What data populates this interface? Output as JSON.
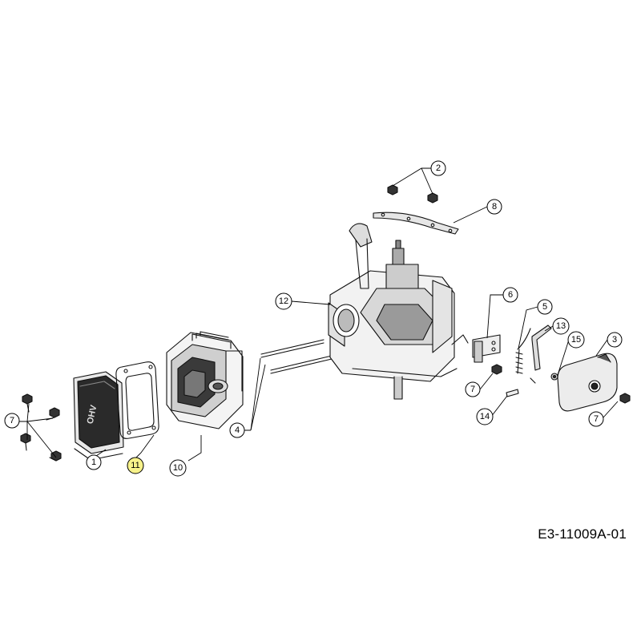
{
  "drawing_id": "E3-11009A-01",
  "valve_cover_logo": "OHV",
  "highlight_color": "#f7f28a",
  "callouts": {
    "c1": "1",
    "c2": "2",
    "c3": "3",
    "c4": "4",
    "c5": "5",
    "c6": "6",
    "c7a": "7",
    "c7b": "7",
    "c7c": "7",
    "c8": "8",
    "c10": "10",
    "c11": "11",
    "c12": "12",
    "c13": "13",
    "c14": "14",
    "c15": "15"
  }
}
